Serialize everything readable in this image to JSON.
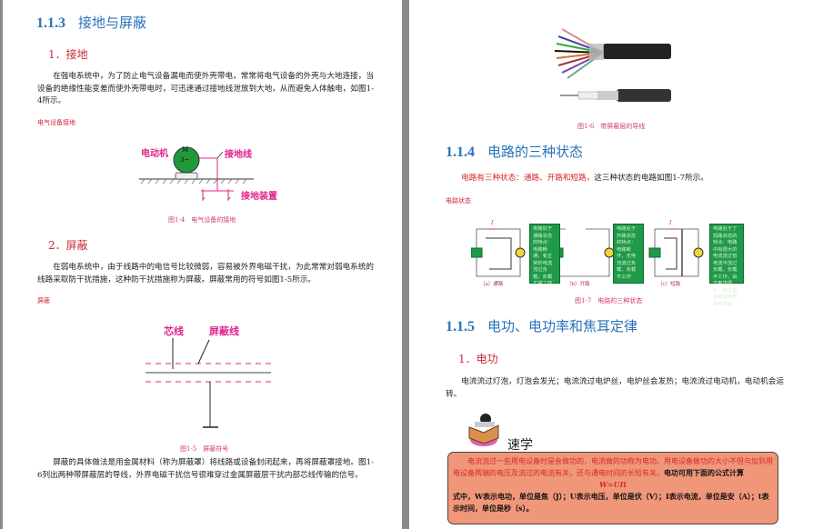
{
  "left": {
    "section": {
      "num": "1.1.3",
      "title": "接地与屏蔽"
    },
    "sub1": "1．接地",
    "para1": "在强电系统中，为了防止电气设备漏电而使外壳带电，常常将电气设备的外壳与大地连接，当设备的绝缘性能变差而使外壳带电时，可迅速通过接地线泄放到大地，从而避免人体触电，如图1-4所示。",
    "label1": "电气设备接地",
    "fig4": {
      "motor": "电动机",
      "motor_symbol_top": "M",
      "motor_symbol_bottom": "3~",
      "ground_wire": "接地线",
      "ground_device": "接地装置",
      "caption": "图1-4　电气设备的接地"
    },
    "sub2": "2．屏蔽",
    "para2": "在弱电系统中，由于线路中的电信号比较微弱，容易被外界电磁干扰，为此常常对弱电系统的线路采取防干扰措施，这种防干扰措施称为屏蔽。屏蔽常用的符号如图1-5所示。",
    "label2": "屏蔽",
    "fig5": {
      "core": "芯线",
      "shield": "屏蔽线",
      "caption": "图1-5　屏蔽符号"
    },
    "para3": "屏蔽的具体做法是用金属材料（称为屏蔽罩）将线路或设备封闭起来，再将屏蔽罩接地。图1-6列出两种带屏蔽层的导线，外界电磁干扰信号很难穿过金属屏蔽层干扰内部芯线传输的信号。"
  },
  "right": {
    "fig6_caption": "图1-6　带屏蔽层的导线",
    "section": {
      "num": "1.1.4",
      "title": "电路的三种状态"
    },
    "para1_red": "电路有三种状态：通路、开路和短路，",
    "para1_rest": "这三种状态的电路如图1-7所示。",
    "label": "电路状态",
    "fig7": {
      "current_symbol": "I",
      "a": {
        "label": "（a）通路",
        "desc": "电路处于通路状态的特点：电路畅通，有正常的电流流过负载，负载正常工作"
      },
      "b": {
        "label": "（b）开路",
        "desc": "电路处于开路状态的特点：电路断开，无电流流过负载，负载不工作"
      },
      "c": {
        "label": "（c）短路",
        "desc": "电路处于了短路状态的特点：电路中有很大的电流流过但电流不流过负载，负载不工作。由于电流很大，所以很容易烧坏电源和导线"
      },
      "caption": "图1-7　电路的三种状态"
    },
    "section2": {
      "num": "1.1.5",
      "title": "电功、电功率和焦耳定律"
    },
    "sub1": "1．电功",
    "para2": "电流流过灯泡，灯泡会发光；电流流过电炉丝，电炉丝会发热；电流流过电动机，电动机会运转。",
    "quick": {
      "title": "速学",
      "red_text": "电流流过一些用电设备时是会做功的，电流做的功称为电功。用电设备做功的大小不但与加到用电设备两端的电压及流过的电流有关，还与通电时间的长短有关。",
      "black_text": "电功可用下面的公式计算",
      "formula": "W=UIt",
      "explain": "式中，W表示电功，单位是焦（J）；U表示电压，单位是伏（V）；I表示电流，单位是安（A）；t表示时间，单位是秒（s）。",
      "box_color": "#f0977a"
    }
  },
  "colors": {
    "heading": "#2a73b8",
    "subheading": "#c8283a",
    "magenta": "#e0248c",
    "green_box": "#1f9a4a"
  }
}
